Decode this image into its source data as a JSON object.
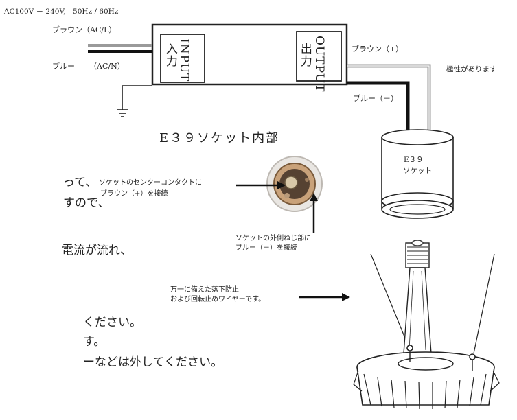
{
  "power_spec": "AC100V － 240V,　50Hz / 60Hz",
  "input": {
    "brown_label": "ブラウン（AC/L）",
    "blue_label_a": "ブルー",
    "blue_label_b": "（AC/N）",
    "box_en": "INPUT",
    "box_jp": "入力"
  },
  "output": {
    "box_en": "OUTPUT",
    "box_jp": "出力",
    "brown_label": "ブラウン（+）",
    "blue_label": "ブルー（－）",
    "polarity_note": "極性があります"
  },
  "socket": {
    "section_title": "E３９ソケット内部",
    "label_line1": "E３９",
    "label_line2": "ソケット",
    "center_callout_line1": "ソケットのセンターコンタクトに",
    "center_callout_line2": "ブラウン（+）を接続",
    "thread_callout_line1": "ソケットの外側ねじ部に",
    "thread_callout_line2": "ブルー（－）を接続"
  },
  "wire_callout": {
    "line1": "万一に備えた落下防止",
    "line2": "および回転止めワイヤーです。"
  },
  "body_text": [
    "って、",
    "すので、",
    "電流が流れ、",
    "ください。",
    "す。",
    "ーなどは外してください。"
  ],
  "colors": {
    "brown_wire": "#9a9a9a",
    "blue_wire": "#111111",
    "line": "#222222"
  }
}
